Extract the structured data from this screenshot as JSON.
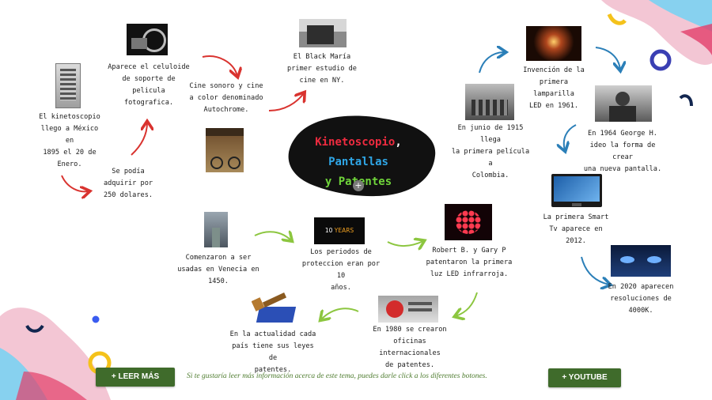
{
  "title": {
    "part1": "Kinetoscopio",
    "comma": ",",
    "part2": "Pantallas",
    "part3": "y",
    "part4": "Patentes"
  },
  "notes": {
    "kinetoscopio_mexico": "El kinetoscopio\nllego a México en\n1895 el 20 de\nEnero.",
    "precio": "Se podía\nadquirir por\n250 dolares.",
    "celuloide": "Aparece el celuloide\nde soporte de\npelicula fotografica.",
    "cine_sonoro": "Cine sonoro y cine\na color denominado\nAutochrome.",
    "black_maria": "El Black María\nprimer estudio de\ncine en NY.",
    "primera_pelicula": "En junio de 1915 llega\nla primera película a\nColombia.",
    "lamparilla": "Invención de la\nprimera lamparilla\nLED en 1961.",
    "george": "En 1964 George H.\nideo la forma de crear\nuna nueva pantalla.",
    "smart_tv": "La primera Smart\nTv aparece en\n2012.",
    "resoluciones": "En 2020 aparecen\nresoluciones de\n4000K.",
    "venecia": "Comenzaron a ser\nusadas en Venecia en\n1450.",
    "protecion": "Los periodos de\nproteccion eran por 10\naños.",
    "led_infrarroja": "Robert B. y Gary P\npatentaron la primera\nluz LED infrarroja.",
    "oficinas": "En 1980 se crearon\noficinas internacionales\nde patentes.",
    "leyes": "En la actualidad cada\npaís tiene sus leyes de\npatentes."
  },
  "badge": {
    "years_text": "10",
    "years_word": "YEARS"
  },
  "buttons": {
    "leer_mas": "+ LEER MÁS",
    "youtube": "+ YOUTUBE",
    "center_plus": "+"
  },
  "footer": {
    "note": "Si te gustaría leer más información acerca de este tema, puedes darle click a los diferentes botones."
  },
  "colors": {
    "arrow_red": "#d9332f",
    "arrow_blue": "#2b7fb8",
    "arrow_green": "#8cc63f",
    "button_green": "#3f6b2b",
    "title_red": "#ee2b3f",
    "title_blue": "#2fa6e6",
    "title_green": "#6fd43a"
  },
  "icons": {
    "center": "plus-circle-icon"
  }
}
